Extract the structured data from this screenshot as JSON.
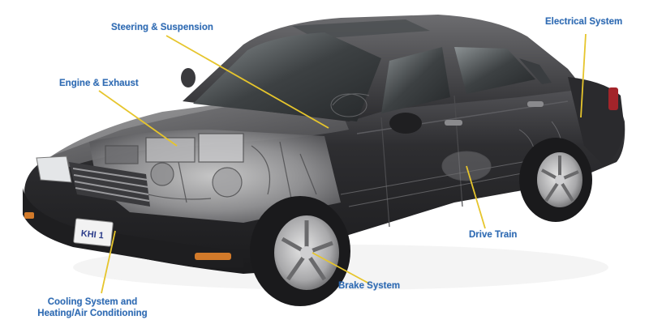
{
  "diagram": {
    "subject": "Sedan cutaway illustration with labeled vehicle systems",
    "colors": {
      "label_text": "#2f6bb3",
      "leader_line": "#e6c52c",
      "background": "#ffffff",
      "car_body": "#2b2b2d"
    },
    "license_plate": "KHI 1",
    "labels": [
      {
        "id": "steering",
        "text": "Steering & Suspension"
      },
      {
        "id": "electrical",
        "text": "Electrical System"
      },
      {
        "id": "engine",
        "text": "Engine & Exhaust"
      },
      {
        "id": "drivetrain",
        "text": "Drive Train"
      },
      {
        "id": "brake",
        "text": "Brake System"
      },
      {
        "id": "cooling_line1",
        "text": "Cooling System and"
      },
      {
        "id": "cooling_line2",
        "text": "Heating/Air Conditioning"
      }
    ]
  }
}
